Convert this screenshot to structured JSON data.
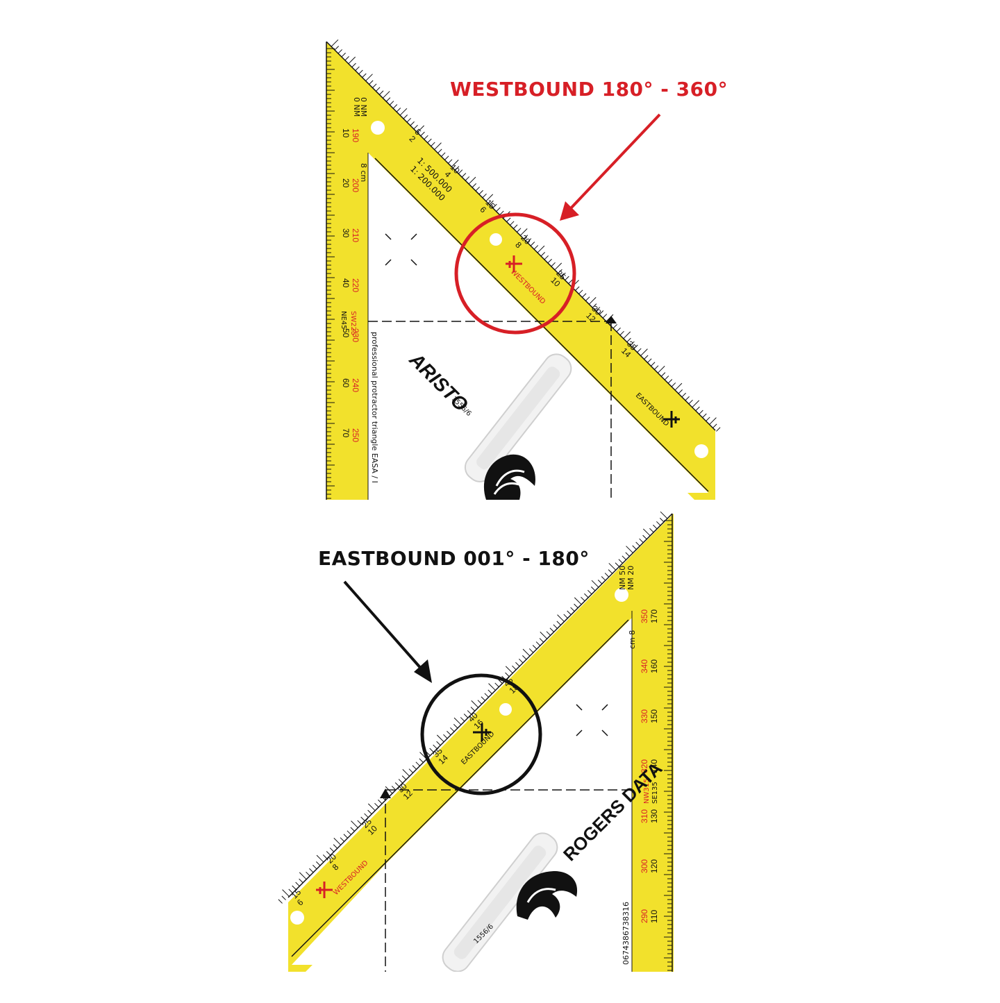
{
  "colors": {
    "yellow": "#f2e12c",
    "red": "#d71f26",
    "black": "#111111"
  },
  "top_panel": {
    "callout": "WESTBOUND 180° - 360°",
    "edge_label": "WESTBOUND",
    "eastbound_label": "EASTBOUND",
    "brand": "ARISTO",
    "model": "1556/6",
    "subtitle": "professional protractor triangle EASA / I",
    "scale1": "1: 500.000",
    "scale2": "1: 200.000",
    "nm_top": "0 NM",
    "nm_bottom": "0 NM",
    "cm": "8 cm",
    "compass_red": [
      "190",
      "200",
      "210",
      "220",
      "230",
      "240",
      "250"
    ],
    "compass_black": [
      "10",
      "20",
      "30",
      "40",
      "50",
      "60",
      "70"
    ],
    "dir_sw": "SW225",
    "dir_ne": "NE45",
    "hyp_top": [
      "5",
      "10",
      "15",
      "20",
      "25",
      "30",
      "35"
    ],
    "hyp_bottom": [
      "2",
      "4",
      "6",
      "8",
      "10",
      "12",
      "14"
    ]
  },
  "bottom_panel": {
    "callout": "EASTBOUND 001° - 180°",
    "edge_label": "EASTBOUND",
    "westbound_label": "WESTBOUND",
    "brand": "ROGERS DATA",
    "model": "1556/6",
    "barcode": "0674386738316",
    "nm_top": "NM 50",
    "nm_bottom": "NM 20",
    "cm": "cm 8",
    "compass_red": [
      "290",
      "300",
      "310",
      "320",
      "330",
      "340",
      "350"
    ],
    "compass_black": [
      "110",
      "120",
      "130",
      "140",
      "150",
      "160",
      "170"
    ],
    "dir_nw": "NW315",
    "dir_se": "SE135",
    "hyp_top": [
      "15",
      "20",
      "25",
      "30",
      "35",
      "40",
      "45"
    ],
    "hyp_bottom": [
      "6",
      "8",
      "10",
      "12",
      "14",
      "16",
      "18"
    ]
  }
}
